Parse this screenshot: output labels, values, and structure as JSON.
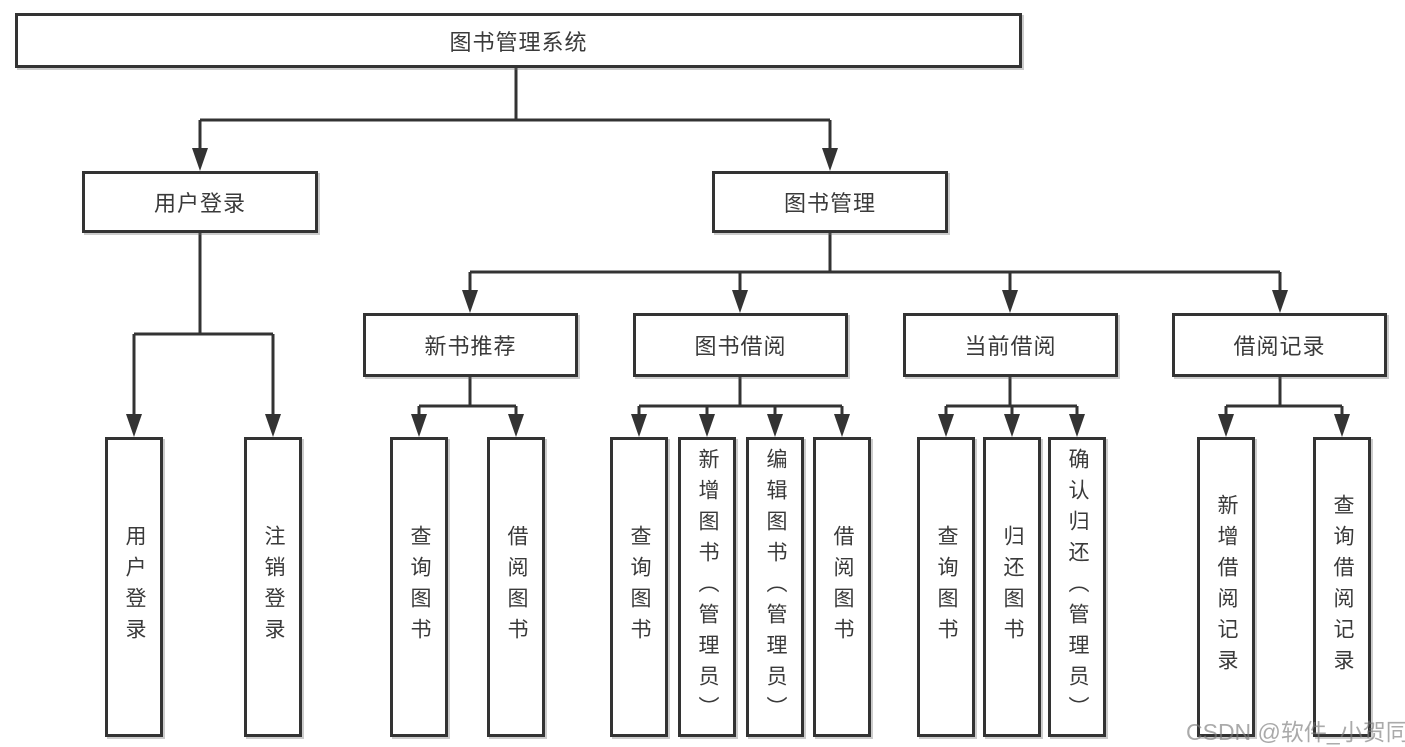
{
  "diagram": {
    "colors": {
      "line": "#333333",
      "box_border": "#333333",
      "box_background": "#ffffff",
      "text": "#3a3a3a",
      "watermark": "#7d7d7d"
    },
    "nodes": {
      "root": {
        "label": "图书管理系统"
      },
      "level2": [
        {
          "label": "用户登录"
        },
        {
          "label": "图书管理"
        }
      ],
      "level3": [
        {
          "label": "新书推荐"
        },
        {
          "label": "图书借阅"
        },
        {
          "label": "当前借阅"
        },
        {
          "label": "借阅记录"
        }
      ],
      "leaves": {
        "user_login": [
          {
            "label": "用户登录"
          },
          {
            "label": "注销登录"
          }
        ],
        "new_book": [
          {
            "label": "查询图书"
          },
          {
            "label": "借阅图书"
          }
        ],
        "book_borrow": [
          {
            "label": "查询图书"
          },
          {
            "label": "新增图书（管理员）"
          },
          {
            "label": "编辑图书（管理员）"
          },
          {
            "label": "借阅图书"
          }
        ],
        "current_borrow": [
          {
            "label": "查询图书"
          },
          {
            "label": "归还图书"
          },
          {
            "label": "确认归还（管理员）"
          }
        ],
        "borrow_records": [
          {
            "label": "新增借阅记录"
          },
          {
            "label": "查询借阅记录"
          }
        ]
      }
    },
    "watermark": "CSDN @软件_小贺同学"
  }
}
